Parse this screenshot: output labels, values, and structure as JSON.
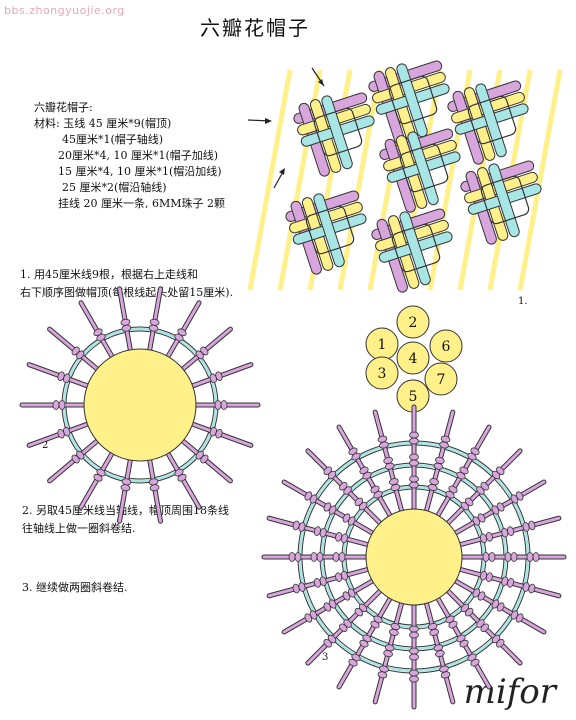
{
  "watermark": "bbs.zhongyuojie.org",
  "title": "六瓣花帽子",
  "materials": {
    "heading": "六瓣花帽子:",
    "lines": [
      "材料: 玉线 45 厘米*9(帽顶)",
      "45厘米*1(帽子轴线)",
      "20厘米*4, 10 厘米*1(帽子加线)",
      "15 厘米*4, 10 厘米*1(帽沿加线)",
      "25 厘米*2(帽沿轴线)",
      "挂线 20 厘米一条, 6MM珠子 2颗"
    ]
  },
  "steps": {
    "step1_line1": "1.  用45厘米线9根，根据右上走线和",
    "step1_line2": "右下顺序图做帽顶(每根线起头处留15厘米).",
    "step2_line1": "2.  另取45厘米线当轴线，帽顶周围18条线",
    "step2_line2": "往轴线上做一圈斜卷结.",
    "step3": "3.  继续做两圈斜卷结."
  },
  "figures": {
    "fig1_label": "1.",
    "fig2_label": "2",
    "fig3_label": "3",
    "petal_numbers": [
      "1",
      "2",
      "3",
      "4",
      "5",
      "6",
      "7"
    ]
  },
  "signature": "mifor",
  "colors": {
    "pink": "#d8a6dc",
    "yellow": "#fff08a",
    "cyan": "#a8e6e6",
    "outline": "#333333"
  }
}
